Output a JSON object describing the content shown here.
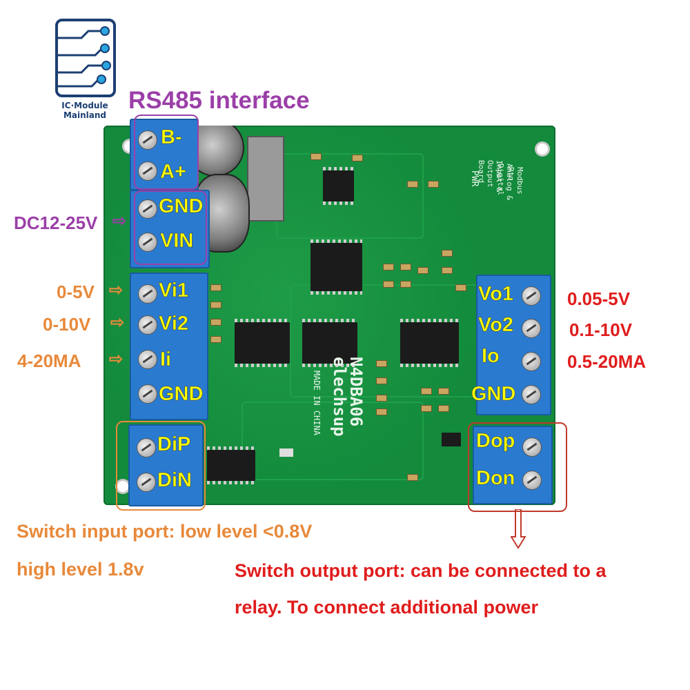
{
  "logo": {
    "line1": "IC·Module",
    "line2": "Mainland"
  },
  "board": {
    "brand": "elechsup",
    "model": "N4DBA06",
    "made_in": "MADE IN CHINA",
    "title_lines": [
      "Modbus Rtu",
      "Analog & Digital",
      "Input & Output Board"
    ],
    "pwr": "PWR"
  },
  "header": {
    "rs485": "RS485 interface"
  },
  "left_pins": [
    "B-",
    "A+",
    "GND",
    "VIN",
    "Vi1",
    "Vi2",
    "Ii",
    "GND",
    "DiP",
    "DiN"
  ],
  "right_pins": [
    "Vo1",
    "Vo2",
    "Io",
    "GND",
    "Dop",
    "Don"
  ],
  "left_notes": {
    "power": "DC12-25V",
    "vi1": "0-5V",
    "vi2": "0-10V",
    "ii": "4-20MA"
  },
  "right_notes": {
    "vo1": "0.05-5V",
    "vo2": "0.1-10V",
    "io": "0.5-20MA"
  },
  "bottom_notes": {
    "input_line1": "Switch input port: low level <0.8V",
    "input_line2": "high level 1.8v",
    "output_line1": "Switch output port: can be connected to a",
    "output_line2": "relay. To connect additional power"
  },
  "colors": {
    "pcb": "#138a3c",
    "terminal": "#2a7bd0",
    "pin_label": "#ffff00",
    "orange": "#e8893a",
    "purple": "#9b3fa8",
    "red": "#e01c1c"
  }
}
